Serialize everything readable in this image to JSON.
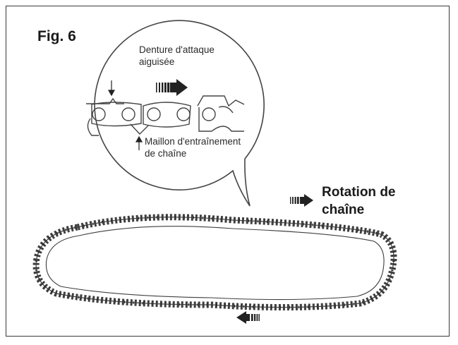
{
  "figure": {
    "title": "Fig. 6",
    "label_teeth_line1": "Denture d'attaque",
    "label_teeth_line2": "aiguisée",
    "label_link_line1": "Maillon d'entraînement",
    "label_link_line2": "de chaîne",
    "rotation_line1": "Rotation de",
    "rotation_line2": "chaîne"
  },
  "colors": {
    "ink": "#1a1a1a",
    "line": "#444444",
    "arrow": "#222222"
  },
  "icons": [
    "chain-loop-icon",
    "direction-arrow-icon",
    "magnifier-callout-icon"
  ]
}
